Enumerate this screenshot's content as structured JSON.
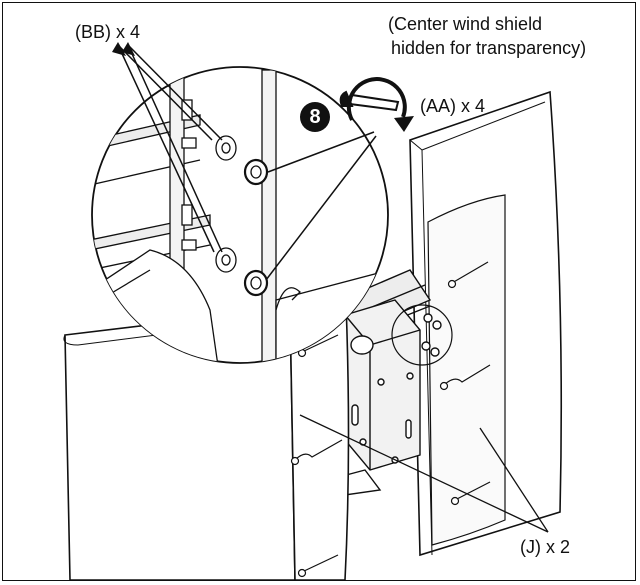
{
  "labels": {
    "note_line1": "(Center wind shield",
    "note_line2": "hidden for transparency)",
    "bb": "(BB) x 4",
    "aa": "(AA) x 4",
    "j": "(J) x 2"
  },
  "step": "8",
  "icons": [
    "wrench-icon",
    "rotation-arrow-icon",
    "curved-arrow-icon"
  ],
  "colors": {
    "line": "#111111",
    "fill": "#ffffff",
    "shade": "#e6e6e6"
  }
}
